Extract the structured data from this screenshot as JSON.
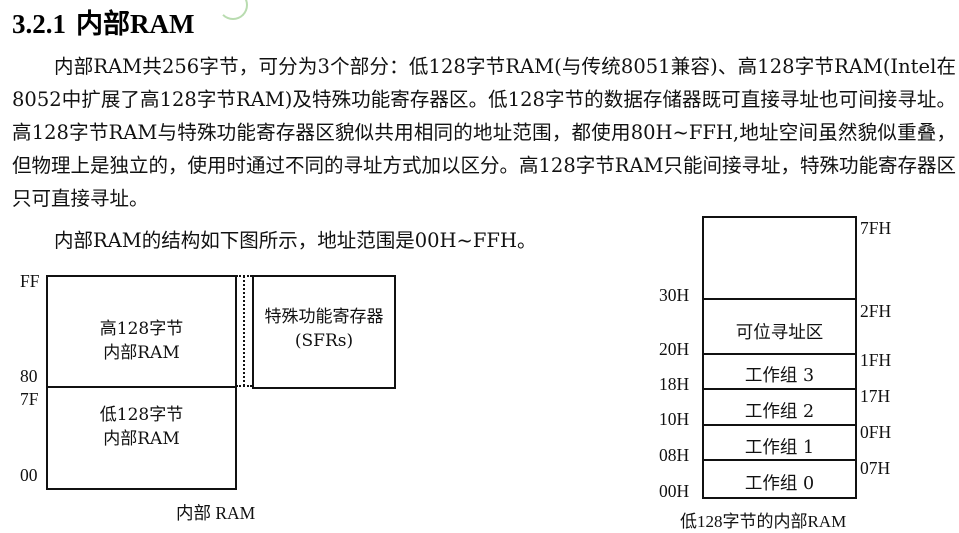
{
  "section": {
    "number": "3.2.1",
    "title": "内部RAM"
  },
  "paragraphs": [
    "内部RAM共256字节，可分为3个部分：低128字节RAM(与传统8051兼容)、高128字节RAM(Intel在8052中扩展了高128字节RAM)及特殊功能寄存器区。低128字节的数据存储器既可直接寻址也可间接寻址。高128字节RAM与特殊功能寄存器区貌似共用相同的地址范围，都使用80H~FFH,地址空间虽然貌似重叠，但物理上是独立的，使用时通过不同的寻址方式加以区分。高128字节RAM只能间接寻址，特殊功能寄存器区只可直接寻址。",
    "内部RAM的结构如下图所示，地址范围是00H~FFH。"
  ],
  "left_diagram": {
    "caption": "内部 RAM",
    "address_labels": {
      "ff": "FF",
      "h80": "80",
      "h7f": "7F",
      "h00": "00"
    },
    "upper_block": [
      "高128字节",
      "内部RAM"
    ],
    "lower_block": [
      "低128字节",
      "内部RAM"
    ],
    "sfr_block": [
      "特殊功能寄存器",
      "(SFRs)"
    ]
  },
  "right_diagram": {
    "caption": "低128字节的内部RAM",
    "left_labels": [
      "30H",
      "20H",
      "18H",
      "10H",
      "08H",
      "00H"
    ],
    "right_labels": [
      "7FH",
      "2FH",
      "1FH",
      "17H",
      "0FH",
      "07H"
    ],
    "cells": [
      "可位寻址区",
      "工作组 3",
      "工作组 2",
      "工作组 1",
      "工作组 0"
    ]
  }
}
